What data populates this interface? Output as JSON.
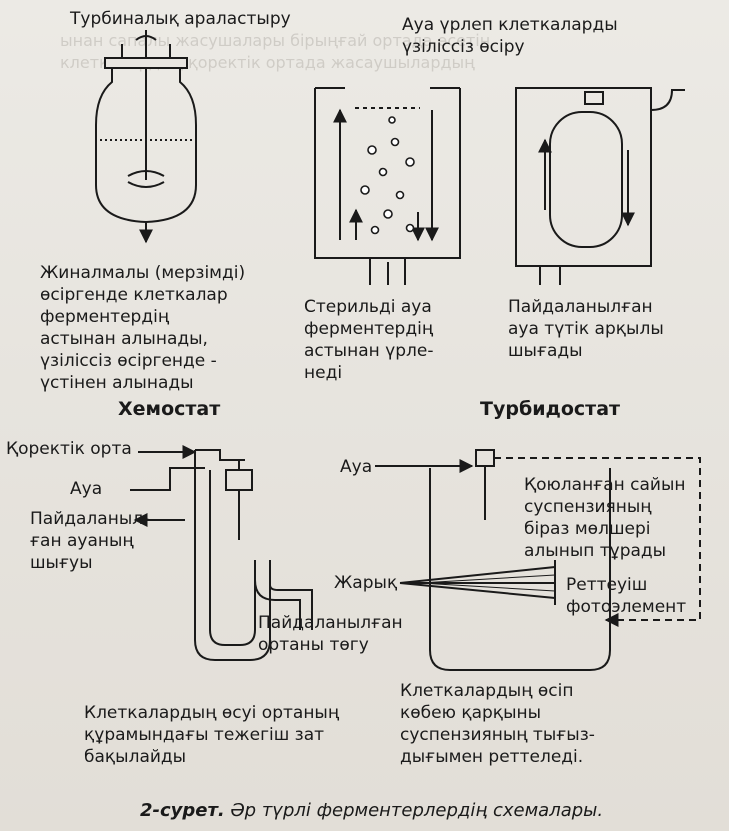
{
  "chemostat_label": "Хемостат",
  "turbidostat_label": "Турбидостат",
  "stirrer": "Турбиналық араластыру",
  "air_bubbles_1": "Ауа үрлеп клеткаларды",
  "air_bubbles_2": "үзіліссіз өсіру",
  "harvest_1": "Жиналмалы (мерзімді)",
  "harvest_2": "өсіргенде клеткалар",
  "harvest_3": "ферментердің",
  "harvest_4": "астынан алынады,",
  "harvest_5": "үзіліссіз өсіргенде -",
  "harvest_6": "үстінен алынады",
  "sterile_1": "Стерильді ауа",
  "sterile_2": "ферментердің",
  "sterile_3": "астынан үрле-",
  "sterile_4": "неді",
  "used_air_1": "Пайдаланылған",
  "used_air_2": "ауа түтік арқылы",
  "used_air_3": "шығады",
  "nutrient": "Қоректік орта",
  "air_left": "Ауа",
  "used_air_out_1": "Пайдаланыл-",
  "used_air_out_2": "ған ауаның",
  "used_air_out_3": "шығуы",
  "used_medium_1": "Пайдаланылған",
  "used_medium_2": "ортаны төгу",
  "chem_desc_1": "Клеткалардың өсуі ортаның",
  "chem_desc_2": "құрамындағы тежегіш зат",
  "chem_desc_3": "бақылайды",
  "air_right": "Ауа",
  "sample_1": "Қоюланған сайын",
  "sample_2": "суспензияның",
  "sample_3": "біраз мөлшері",
  "sample_4": "алынып тұрады",
  "light": "Жарық",
  "photo_1": "Реттеуіш",
  "photo_2": "фотоэлемент",
  "turb_desc_1": "Клеткалардың өсіп",
  "turb_desc_2": "көбею қарқыны",
  "turb_desc_3": "суспензияның тығыз-",
  "turb_desc_4": "дығымен реттеледі.",
  "figure_number": "2-сурет.",
  "figure_caption": "Әр түрлі ферментерлердің схемалары."
}
